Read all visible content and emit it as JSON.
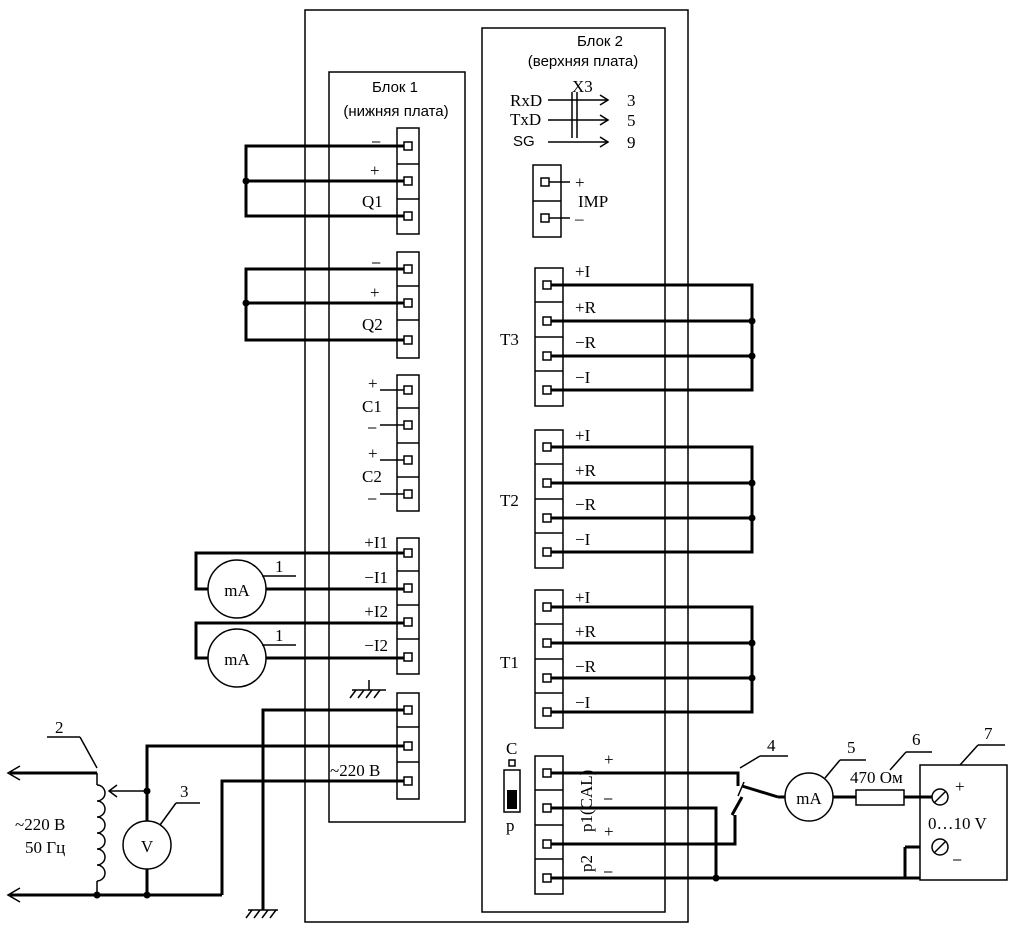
{
  "block2": {
    "title": "Блок 2",
    "subtitle": "(верхняя плата)"
  },
  "block1": {
    "title": "Блок 1",
    "subtitle": "(нижняя плата)"
  },
  "rs232": {
    "connector": "X3",
    "rxd": "RxD",
    "txd": "TxD",
    "sg": "SG",
    "pin_rxd": "3",
    "pin_txd": "5",
    "pin_sg": "9"
  },
  "imp": {
    "label": "IMP",
    "plus": "+",
    "minus": "–"
  },
  "q1": {
    "label": "Q1",
    "minus": "–",
    "plus": "+"
  },
  "q2": {
    "label": "Q2",
    "minus": "–",
    "plus": "+"
  },
  "c": {
    "c1": "C1",
    "c2": "C2",
    "plus": "+",
    "minus": "–"
  },
  "current_inputs": {
    "i1_plus": "+I1",
    "i1_minus": "−I1",
    "i2_plus": "+I2",
    "i2_minus": "−I2"
  },
  "milliammeter": {
    "label": "mA",
    "ref": "1"
  },
  "power": {
    "label": "~220 В"
  },
  "sensors": {
    "t3": "T3",
    "t2": "T2",
    "t1": "T1",
    "pi": "+I",
    "pr": "+R",
    "mr": "−R",
    "mi": "−I"
  },
  "switch": {
    "top": "C",
    "bottom": "p"
  },
  "outputs": {
    "p1": "p1(CAL)",
    "p2": "p2",
    "plus": "+",
    "minus": "–"
  },
  "source": {
    "line1": "~220 В",
    "line2": "50 Гц",
    "ref": "2"
  },
  "voltmeter": {
    "label": "V",
    "ref": "3"
  },
  "switch_ref": "4",
  "meter5": {
    "label": "mA",
    "ref": "5"
  },
  "resistor": {
    "label": "470 Ом",
    "ref": "6"
  },
  "supply": {
    "label": "0…10 V",
    "ref": "7",
    "plus": "+",
    "minus": "–"
  }
}
